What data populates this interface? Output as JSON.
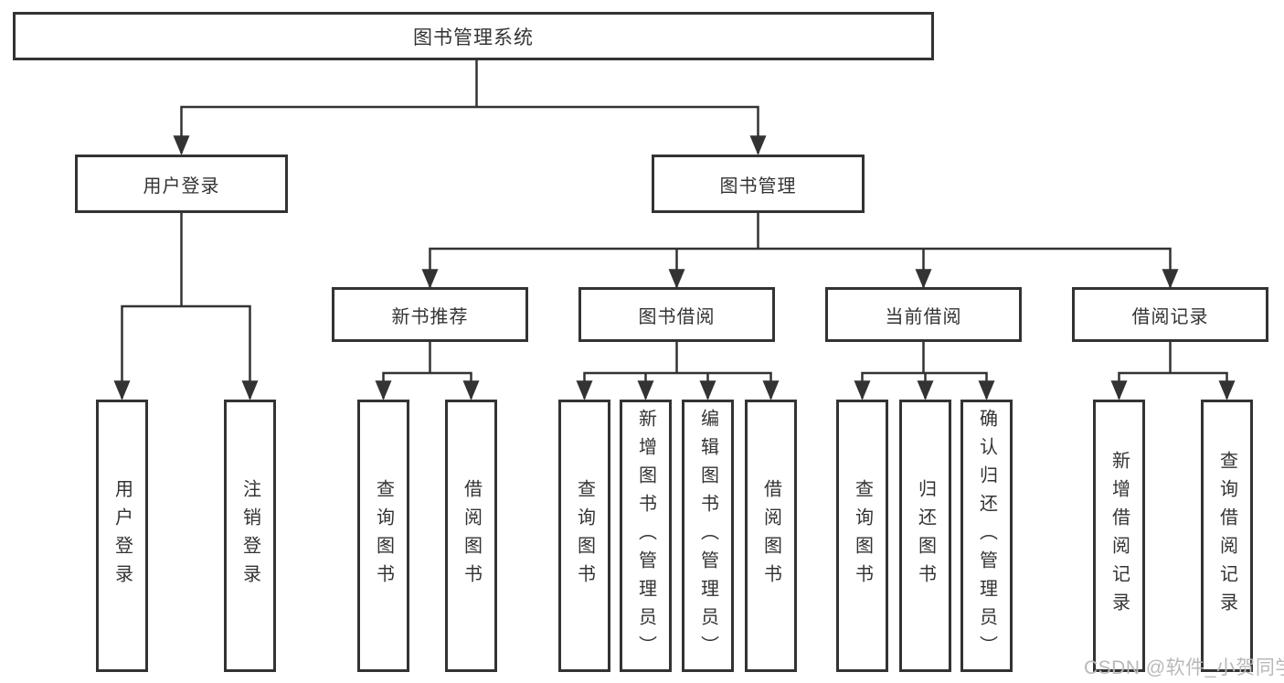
{
  "tree": {
    "root": {
      "label": "图书管理系统"
    },
    "branches": [
      {
        "label": "用户登录",
        "leaves": [
          "用户登录",
          "注销登录"
        ]
      },
      {
        "label": "图书管理",
        "groups": [
          {
            "label": "新书推荐",
            "leaves": [
              "查询图书",
              "借阅图书"
            ]
          },
          {
            "label": "图书借阅",
            "leaves": [
              "查询图书",
              "新增图书（管理员）",
              "编辑图书（管理员）",
              "借阅图书"
            ]
          },
          {
            "label": "当前借阅",
            "leaves": [
              "查询图书",
              "归还图书",
              "确认归还（管理员）"
            ]
          },
          {
            "label": "借阅记录",
            "leaves": [
              "新增借阅记录",
              "查询借阅记录"
            ]
          }
        ]
      }
    ]
  },
  "watermark": "CSDN @软件_小贺同学",
  "colors": {
    "line": "#333333",
    "text": "#333333",
    "box_background": "#ffffff",
    "watermark": "#b9b9b9",
    "background": "#ffffff"
  }
}
